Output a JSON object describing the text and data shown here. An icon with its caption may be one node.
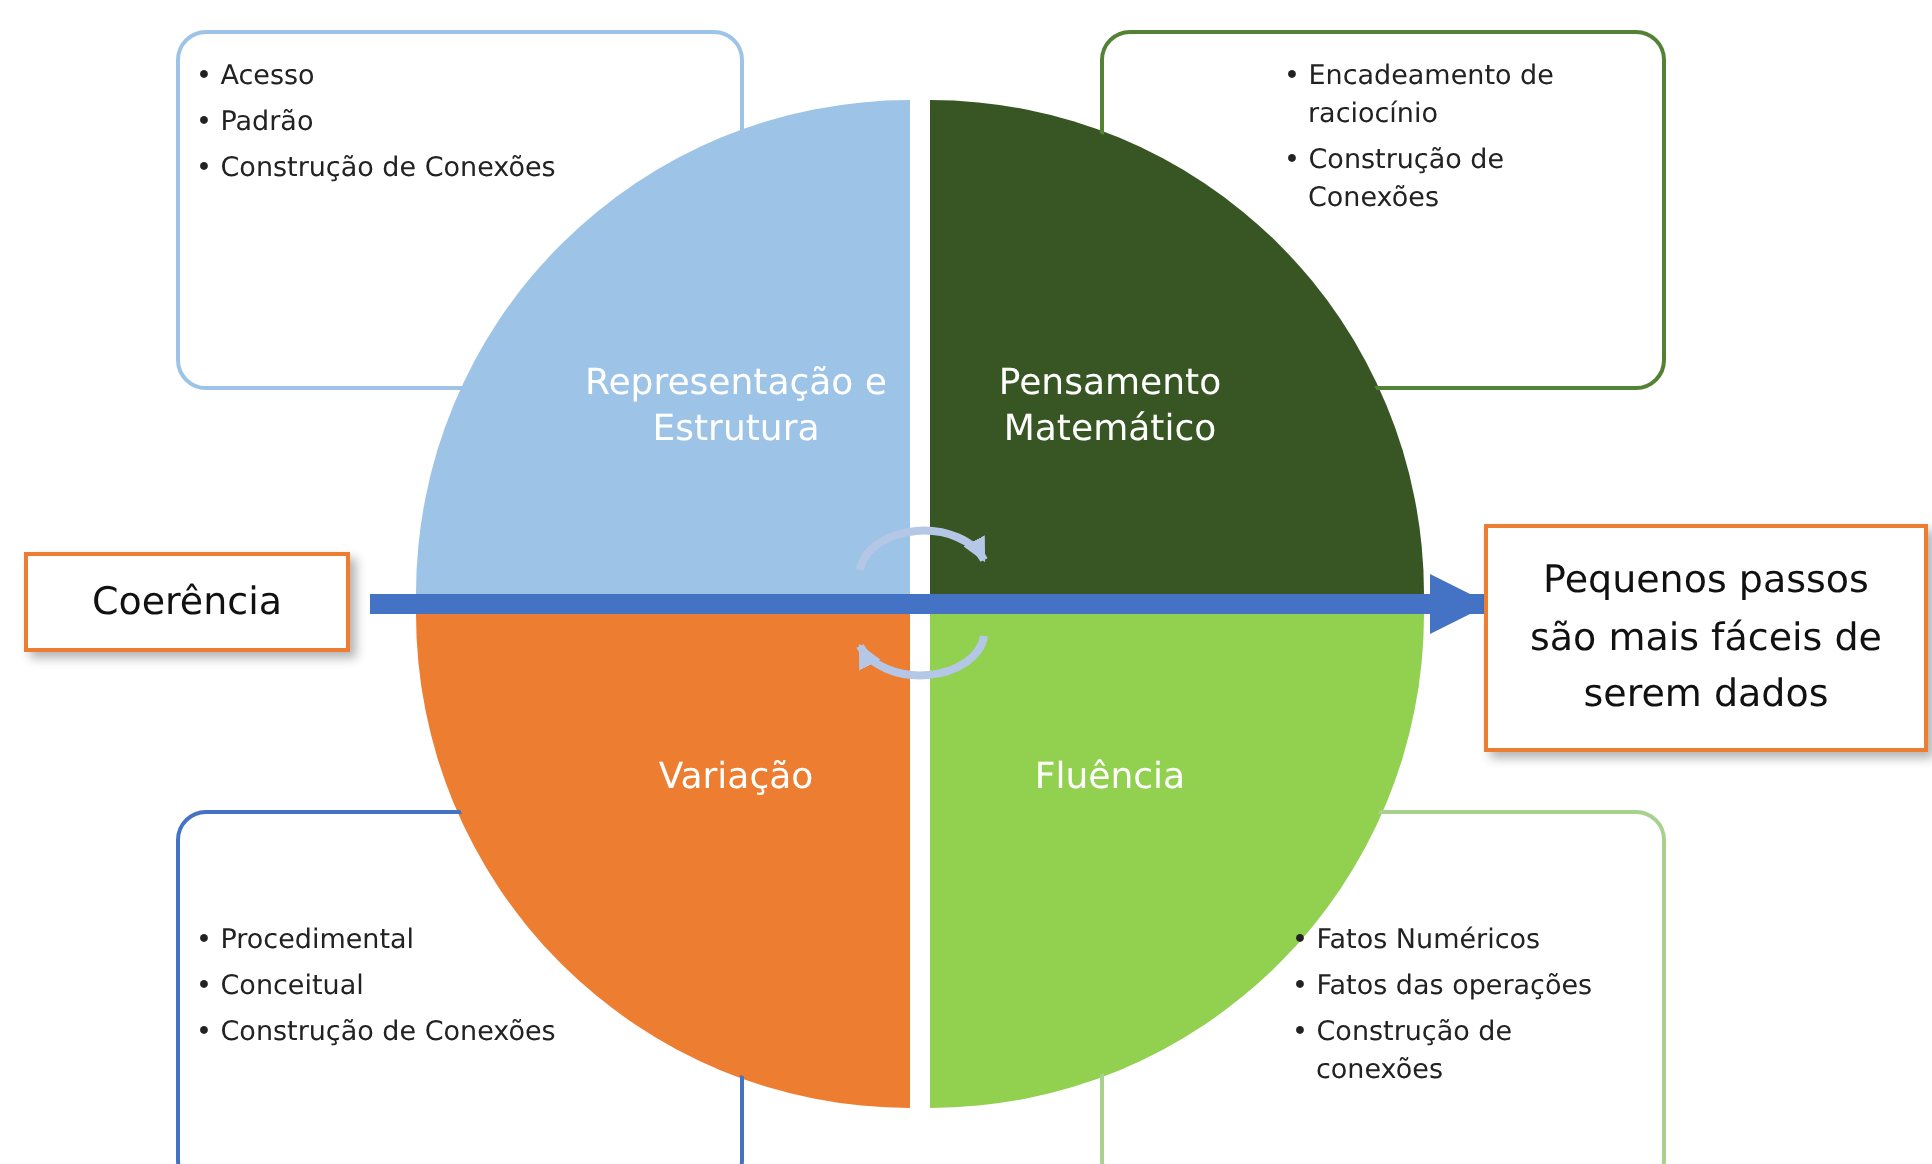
{
  "diagram": {
    "nodes": [
      {
        "text": [
          "• Acesso",
          "• Padrão",
          "• Construção de Conexões"
        ]
      },
      {
        "text": [
          "• Encadeamento de raciocínio",
          "• Construção de Conexões"
        ]
      },
      {
        "text": [
          "Representação e Estrutura"
        ]
      },
      {
        "text": [
          "Pensamento Matemático"
        ]
      },
      {
        "text": [
          "Coerência"
        ]
      },
      {
        "text": [
          "Pequenos passos são mais fáceis de serem dados"
        ]
      },
      {
        "text": [
          "Variação"
        ]
      },
      {
        "text": [
          "Fluência"
        ]
      },
      {
        "text": [
          "• Procedimental",
          "• Conceitual",
          "• Construção de Conexões"
        ]
      },
      {
        "text": [
          "• Fatos Numéricos",
          "• Fatos das operações",
          "• Construção de conexões"
        ]
      }
    ],
    "edges": [
      {
        "from": 4,
        "to": 5,
        "arrow": "to",
        "style": "thick",
        "color": "#4472c4"
      },
      {
        "from": 2,
        "to": 3,
        "arrow": "to",
        "color": "#b4c7e7"
      },
      {
        "from": 7,
        "to": 6,
        "arrow": "to",
        "color": "#b4c7e7"
      }
    ]
  }
}
